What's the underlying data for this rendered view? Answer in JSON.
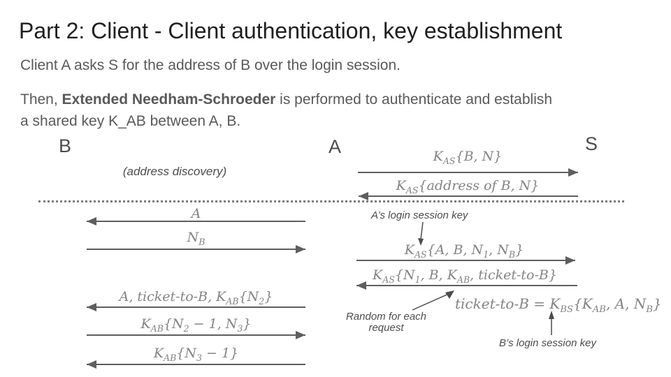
{
  "slide": {
    "title": "Part 2: Client - Client authentication, key establishment",
    "paragraph1": "Client A asks S for the address of B over the login session.",
    "paragraph2": {
      "prefix": "Then, ",
      "bold": "Extended Needham-Schroeder",
      "rest": " is performed to authenticate and establish",
      "line2": "a shared key K_AB between A, B."
    }
  },
  "diagram": {
    "actors": [
      {
        "id": "B",
        "label": "B"
      },
      {
        "id": "A",
        "label": "A"
      },
      {
        "id": "S",
        "label": "S"
      }
    ],
    "phase_label": "(address discovery)",
    "right_messages": [
      {
        "label": "K_{AS}{B, N}",
        "from": "A",
        "to": "S",
        "direction": "right"
      },
      {
        "label": "K_{AS}{address of B, N}",
        "from": "S",
        "to": "A",
        "direction": "left"
      },
      {
        "label": "K_{AS}{A, B, N_{1}, N_{B}}",
        "from": "A",
        "to": "S",
        "direction": "right"
      },
      {
        "label": "K_{AS}{N_{1}, B, K_{AB}, ticket-to-B}",
        "from": "S",
        "to": "A",
        "direction": "left"
      }
    ],
    "left_messages": [
      {
        "label": "A",
        "from": "A",
        "to": "B",
        "direction": "left"
      },
      {
        "label": "N_{B}",
        "from": "B",
        "to": "A",
        "direction": "right"
      },
      {
        "label": "A, ticket-to-B, K_{AB}{N_{2}}",
        "from": "A",
        "to": "B",
        "direction": "left"
      },
      {
        "label": "K_{AB}{N_{2} − 1, N_{3}}",
        "from": "B",
        "to": "A",
        "direction": "right"
      },
      {
        "label": "K_{AB}{N_{3} − 1}",
        "from": "A",
        "to": "B",
        "direction": "left"
      }
    ],
    "equation": "ticket-to-B = K_{BS}{K_{AB}, A, N_{B}}",
    "annotations": {
      "a_login_key": "A’s login session key",
      "random_line1": "Random for each",
      "random_line2": "request",
      "b_login_key": "B’s login session key"
    }
  },
  "colors": {
    "background": "#ffffff",
    "title-text": "#1f1f1f",
    "body-text": "#595959",
    "actor-text": "#4c4c4c",
    "annotation": "#4c4c4c",
    "diagram-text": "#848484",
    "arrow": "#5e5e5e",
    "dotted-line": "#7d7d7d"
  }
}
